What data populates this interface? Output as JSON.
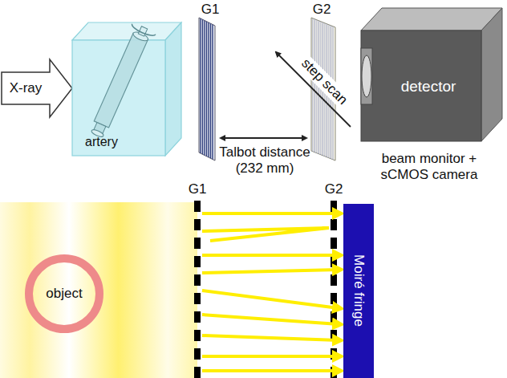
{
  "diagram": {
    "nodes": [
      {
        "text": [
          "X-ray"
        ]
      },
      {
        "text": [
          "artery"
        ]
      },
      {
        "text": [
          "detector",
          "beam monitor + sCMOS camera"
        ]
      },
      {
        "text": [
          "object"
        ]
      },
      {
        "text": [
          "Moiré fringe"
        ]
      }
    ],
    "labels": [
      "G1",
      "G2",
      "step scan",
      "Talbot distance (232 mm)",
      "G1",
      "G2"
    ]
  }
}
